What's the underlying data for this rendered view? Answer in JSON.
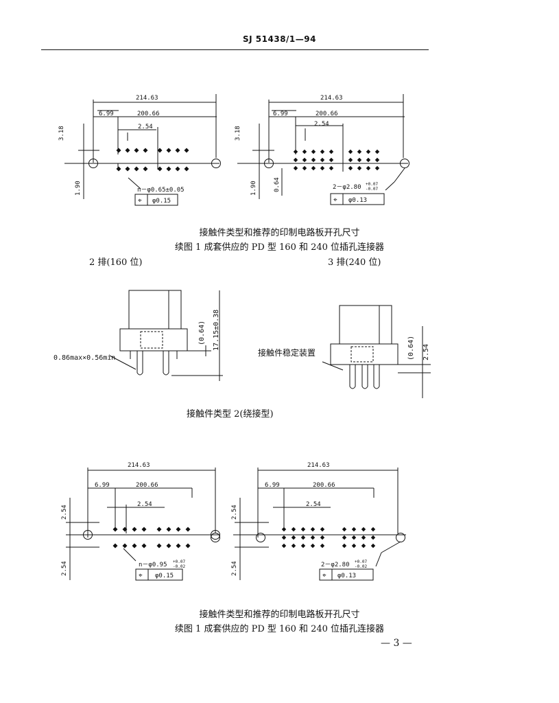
{
  "header": {
    "standard": "SJ 51438/1—94"
  },
  "fig1": {
    "dims": {
      "overall": "214.63",
      "offset": "6.99",
      "span": "200.66",
      "pitch": "2.54",
      "v_top": "3.18",
      "v_bot": "1.90",
      "v_mid": "0.64"
    },
    "left_callout": {
      "note": "n－φ0.65±0.05",
      "tol": "φ0.15"
    },
    "right_callout": {
      "note": "2－φ2.80",
      "sup": "+0.07",
      "sub": "-0.07",
      "tol": "φ0.13"
    },
    "caption_line1": "接触件类型和推荐的印制电路板开孔尺寸",
    "caption_line2": "续图 1   成套供应的 PD 型 160 和 240 位插孔连接器",
    "label_left": "2 排(160 位)",
    "label_right": "3 排(240 位)"
  },
  "fig2": {
    "dim_width": "0.86max×0.56min",
    "dim_064": "(0.64)",
    "dim_height": "17.15±0.38",
    "stabilizer": "接触件稳定装置",
    "dim_254": "2.54",
    "caption": "接触件类型 2(绕接型)"
  },
  "fig3": {
    "dims": {
      "overall": "214.63",
      "offset": "6.99",
      "span": "200.66",
      "pitch": "2.54",
      "v_top": "2.54",
      "v_bot": "2.54"
    },
    "left_callout": {
      "note": "n－φ0.95",
      "sup": "+0.07",
      "sub": "-0.02",
      "tol": "φ0.15"
    },
    "right_callout": {
      "note": "2－φ2.80",
      "sup": "+0.07",
      "sub": "-0.02",
      "tol": "φ0.13"
    },
    "caption_line1": "接触件类型和推荐的印制电路板开孔尺寸",
    "caption_line2": "续图 1   成套供应的 PD 型 160 和 240 位插孔连接器"
  },
  "page": {
    "number": "— 3 —"
  }
}
